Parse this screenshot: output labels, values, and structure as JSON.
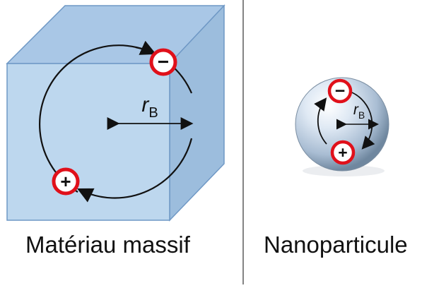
{
  "panels": {
    "bulk": {
      "caption": "Matériau massif",
      "radius_label": "r",
      "radius_subscript": "B",
      "negative_symbol": "−",
      "positive_symbol": "+"
    },
    "nano": {
      "caption": "Nanoparticule",
      "radius_label": "r",
      "radius_subscript": "B",
      "negative_symbol": "−",
      "positive_symbol": "+"
    }
  },
  "colors": {
    "cube_front": "#bdd7ee",
    "cube_top": "#a9c7e6",
    "cube_side": "#9cbddd",
    "cube_edge": "#6f98c5",
    "charge_ring": "#e0101a",
    "divider": "#333333"
  },
  "icons": {
    "negative_charge": "minus-in-red-circle",
    "positive_charge": "plus-in-red-circle"
  }
}
